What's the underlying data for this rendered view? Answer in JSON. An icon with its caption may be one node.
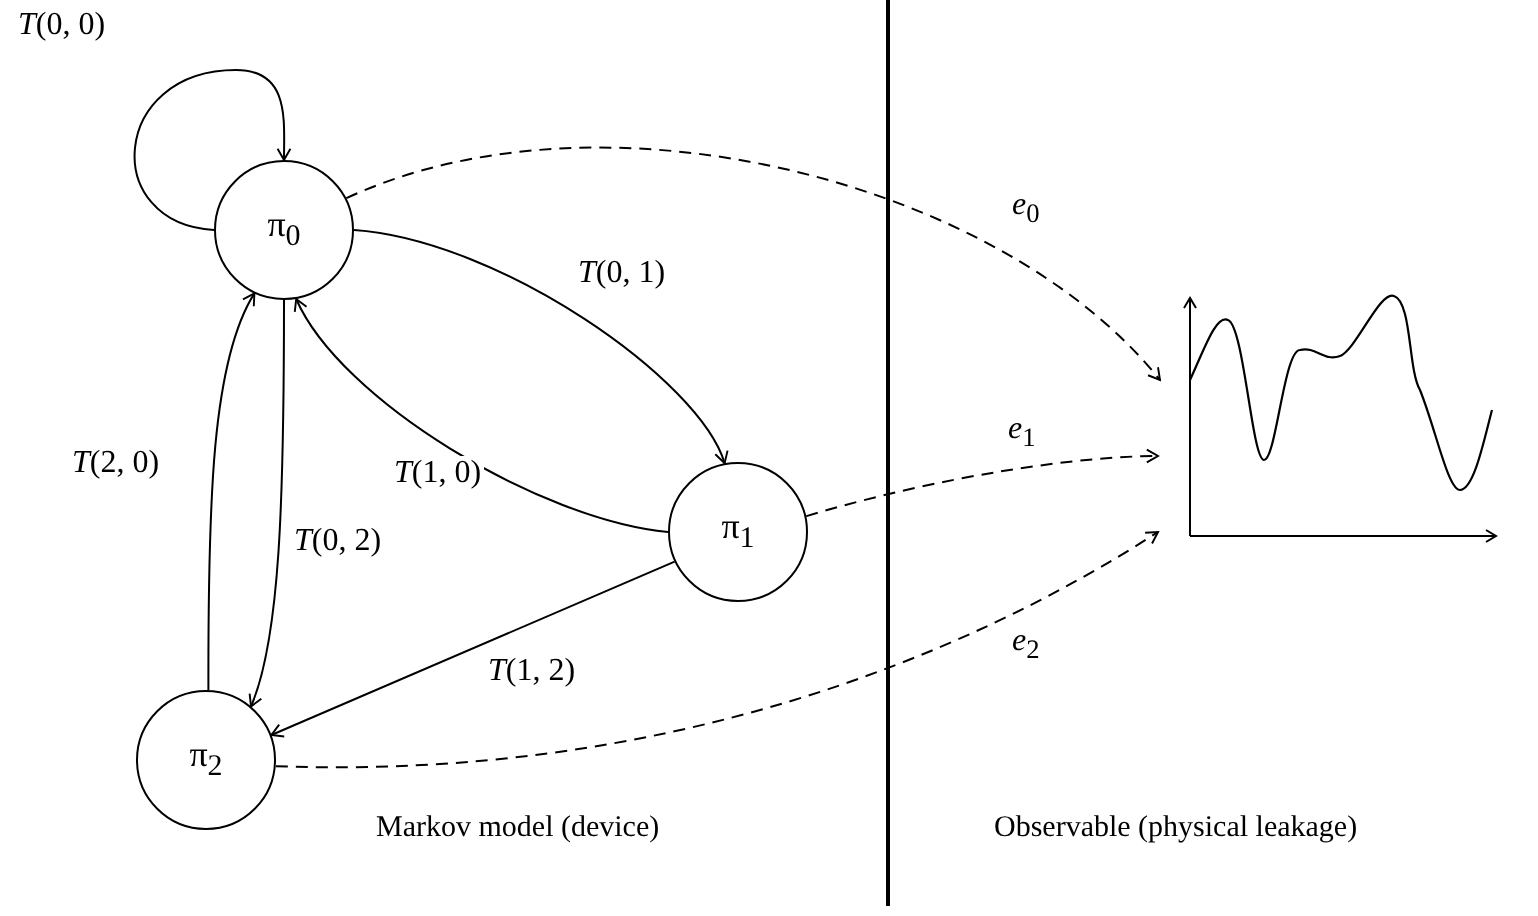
{
  "diagram": {
    "nodes": [
      {
        "text": [
          "π$_{0}$"
        ]
      },
      {
        "text": [
          "π$_{1}$"
        ]
      },
      {
        "text": [
          "π$_{2}$"
        ]
      },
      {
        "text": [],
        "shape": "picture"
      }
    ],
    "edges": [
      {
        "from": 0,
        "to": 0,
        "arrow": "to",
        "label": "*T*(0, 0)"
      },
      {
        "from": 0,
        "to": 1,
        "arrow": "to",
        "label": "*T*(0, 1)"
      },
      {
        "from": 1,
        "to": 0,
        "arrow": "to",
        "label": "*T*(1, 0)"
      },
      {
        "from": 0,
        "to": 2,
        "arrow": "to",
        "label": "*T*(0, 2)"
      },
      {
        "from": 2,
        "to": 0,
        "arrow": "to",
        "label": "*T*(2, 0)"
      },
      {
        "from": 1,
        "to": 2,
        "arrow": "to",
        "label": "*T*(1, 2)"
      },
      {
        "from": 0,
        "to": 3,
        "arrow": "to",
        "label": "*e*$_{0}$",
        "style": "dashed"
      },
      {
        "from": 1,
        "to": 3,
        "arrow": "to",
        "label": "*e*$_{1}$",
        "style": "dashed"
      },
      {
        "from": 2,
        "to": 3,
        "arrow": "to",
        "label": "*e*$_{2}$",
        "style": "dashed"
      }
    ],
    "labels": [
      "Markov model (device)",
      "Observable (physical leakage)"
    ]
  }
}
